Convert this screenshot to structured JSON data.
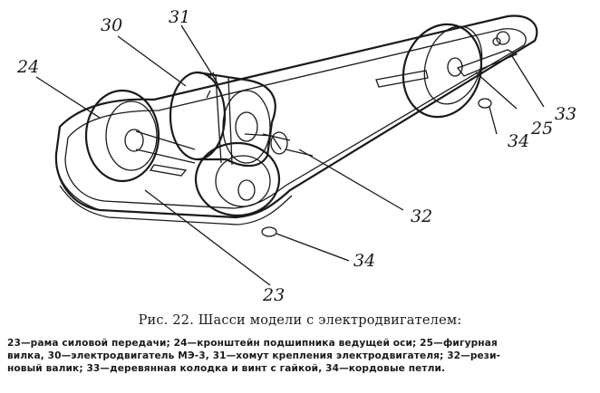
{
  "figure": {
    "labels": {
      "l30": "30",
      "l31": "31",
      "l24": "24",
      "l25": "25",
      "l32": "32",
      "l33": "33",
      "l34a": "34",
      "l34b": "34",
      "l23": "23"
    },
    "caption": {
      "title": "Рис. 22. Шасси модели с электродвигателем:",
      "legend_line1": "23—рама силовой передачи; 24—кронштейн подшипника ведущей оси; 25—фигурная",
      "legend_line2": "вилка, 30—электродвигатель МЭ-3, 31—хомут крепления электродвигателя; 32—рези-",
      "legend_line3": "новый валик; 33—деревянная колодка и винт с гайкой, 34—кордовые петли."
    }
  }
}
